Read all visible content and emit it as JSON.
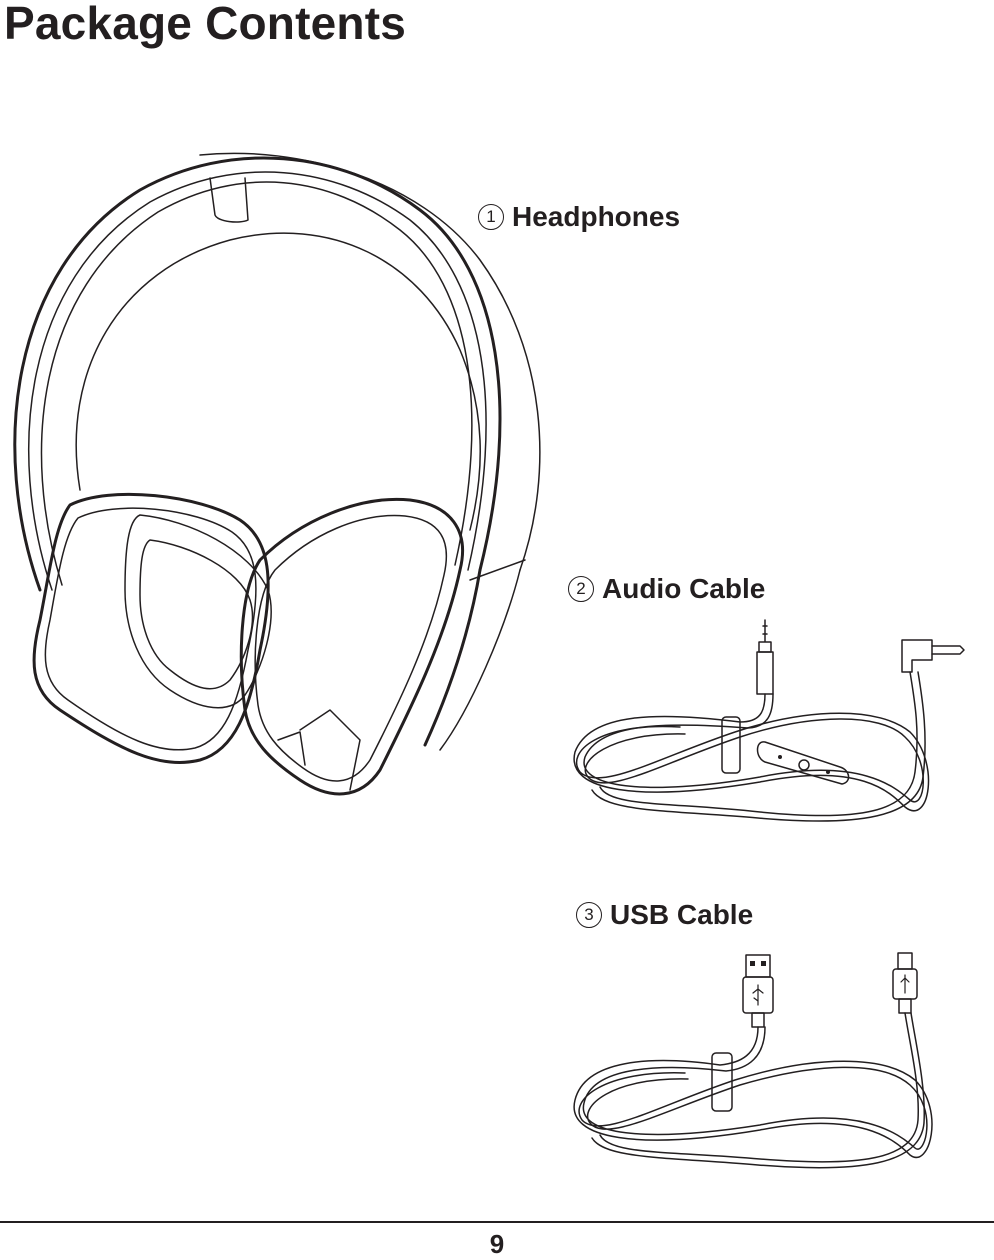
{
  "page": {
    "title": "Package Contents",
    "page_number": "9"
  },
  "items": [
    {
      "number": "1",
      "label": "Headphones",
      "icon": "headphones-illustration"
    },
    {
      "number": "2",
      "label": "Audio Cable",
      "icon": "audio-cable-illustration"
    },
    {
      "number": "3",
      "label": "USB Cable",
      "icon": "usb-cable-illustration"
    }
  ]
}
